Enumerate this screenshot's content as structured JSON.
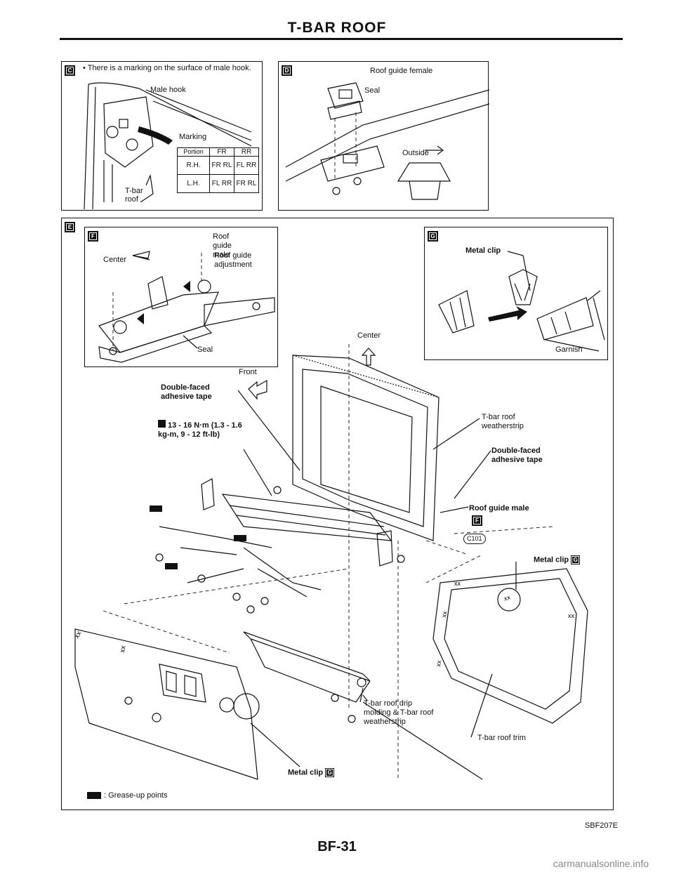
{
  "page": {
    "title": "T-BAR ROOF",
    "figure_code": "SBF207E",
    "page_number": "BF-31",
    "watermark": "carmanualsonline.info"
  },
  "panel_c": {
    "badge": "C",
    "note": "There is a marking on the surface of male hook.",
    "male_hook": "Male hook",
    "marking": "Marking",
    "tbar_roof": "T-bar roof",
    "table": {
      "headers": [
        "Portion",
        "FR",
        "RR"
      ],
      "rows": [
        [
          "R.H.",
          "FR RL",
          "FL RR"
        ],
        [
          "L.H.",
          "FL RR",
          "FR RL"
        ]
      ]
    }
  },
  "panel_d": {
    "badge": "D",
    "roof_guide_female": "Roof guide female",
    "seal": "Seal",
    "outside": "Outside"
  },
  "panel_e": {
    "badge": "E"
  },
  "panel_f": {
    "badge": "F",
    "roof_guide_male": "Roof guide male",
    "roof_guide_adjustment": "Roof guide adjustment",
    "center": "Center",
    "seal": "Seal"
  },
  "panel_g": {
    "badge": "G",
    "metal_clip": "Metal clip",
    "garnish": "Garnish"
  },
  "main": {
    "center": "Center",
    "front": "Front",
    "double_faced_left": "Double-faced adhesive tape",
    "torque": "13 - 16 N·m (1.3 - 1.6 kg-m, 9 - 12 ft-lb)",
    "weatherstrip": "T-bar roof weatherstrip",
    "double_faced_right": "Double-faced adhesive tape",
    "roof_guide_male": "Roof guide male",
    "ref_f": "F",
    "clip_code": "C101",
    "metal_clip_right": "Metal clip",
    "ref_g_right": "G",
    "drip_molding": "T-bar roof drip molding & T-bar roof weatherstrip",
    "roof_trim": "T-bar roof trim",
    "metal_clip_bottom": "Metal clip",
    "ref_g_bottom": "G",
    "grease_legend": ": Grease-up points",
    "xx": "xx"
  }
}
